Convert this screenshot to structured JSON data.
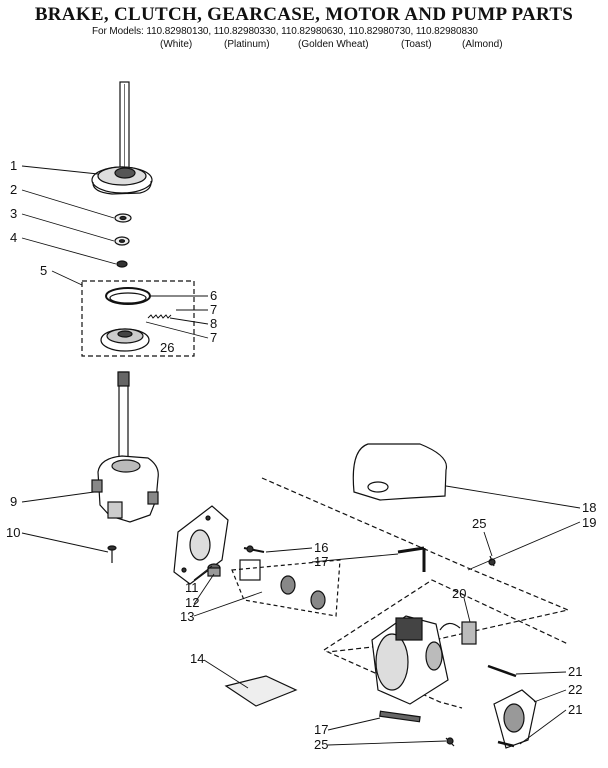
{
  "header": {
    "title": "BRAKE, CLUTCH, GEARCASE, MOTOR AND  PUMP PARTS",
    "models_line": "For Models: 110.82980130, 110.82980330, 110.82980630, 110.82980730, 110.82980830",
    "colors": [
      "(White)",
      "(Platinum)",
      "(Golden Wheat)",
      "(Toast)",
      "(Almond)"
    ]
  },
  "callouts": [
    "1",
    "2",
    "3",
    "4",
    "5",
    "6",
    "7",
    "8",
    "7",
    "26",
    "9",
    "10",
    "11",
    "12",
    "13",
    "14",
    "16",
    "17",
    "18",
    "19",
    "25",
    "20",
    "21",
    "22",
    "21",
    "17",
    "25"
  ]
}
